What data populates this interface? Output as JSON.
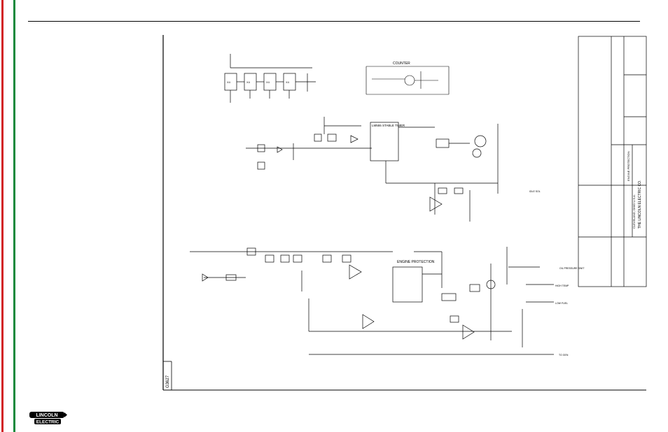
{
  "sheet_frame_code": "G3627",
  "blocks": {
    "comparators_top": [
      "X4",
      "X4",
      "X4",
      "X4"
    ],
    "counter_block_label": "COUNTER",
    "timer_block_label": "LM555 STABLE TIMER",
    "engine_protection_label": "ENGINE PROTECTION"
  },
  "output_labels": {
    "oil_pressure": "OIL PRESSURE SWIT",
    "high_temp": "HIGH TEMP",
    "low_fuel": "LOW FUEL",
    "to_gen": "TO GEN",
    "idle_sol": "IDLE SOL"
  },
  "title_block": {
    "company": "THE LINCOLN ELECTRIC CO.",
    "city": "CLEVELAND, OHIO U.S.A.",
    "subject": "ENGINE PROTECTION"
  },
  "brand": {
    "logo_line1": "LINCOLN",
    "logo_line2": "ELECTRIC"
  },
  "colors": {
    "bar_red": "#d21f26",
    "bar_green": "#138a3d",
    "ink": "#000000"
  }
}
